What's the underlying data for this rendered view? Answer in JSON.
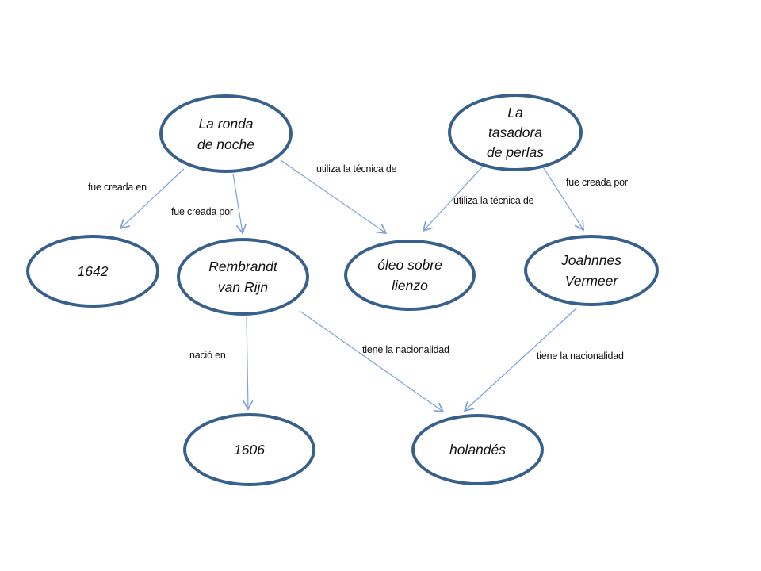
{
  "diagram": {
    "type": "concept-map",
    "language": "es",
    "colors": {
      "background": "#ffffff",
      "node_border": "#38608C",
      "node_fill": "#ffffff",
      "edge_line": "#7EA2D6",
      "node_text": "#111111",
      "edge_text": "#111111"
    },
    "nodes": [
      {
        "id": "la-ronda-de-noche",
        "label": "La ronda de noche",
        "lines": [
          "La ronda",
          "de noche"
        ]
      },
      {
        "id": "la-tasadora-de-perlas",
        "label": "La tasadora de perlas",
        "lines": [
          "La",
          "tasadora",
          "de perlas"
        ]
      },
      {
        "id": "1642",
        "label": "1642",
        "lines": [
          "1642"
        ]
      },
      {
        "id": "rembrandt-van-rijn",
        "label": "Rembrandt van Rijn",
        "lines": [
          "Rembrandt",
          "van Rijn"
        ]
      },
      {
        "id": "oleo-sobre-lienzo",
        "label": "óleo sobre lienzo",
        "lines": [
          "óleo sobre",
          "lienzo"
        ]
      },
      {
        "id": "joahnnes-vermeer",
        "label": "Joahnnes Vermeer",
        "lines": [
          "Joahnnes",
          "Vermeer"
        ]
      },
      {
        "id": "1606",
        "label": "1606",
        "lines": [
          "1606"
        ]
      },
      {
        "id": "holandes",
        "label": "holandés",
        "lines": [
          "holandés"
        ]
      }
    ],
    "edges": [
      {
        "from": "la-ronda-de-noche",
        "to": "1642",
        "label": "fue creada en"
      },
      {
        "from": "la-ronda-de-noche",
        "to": "rembrandt-van-rijn",
        "label": "fue creada por"
      },
      {
        "from": "la-ronda-de-noche",
        "to": "oleo-sobre-lienzo",
        "label": "utiliza la técnica de"
      },
      {
        "from": "la-tasadora-de-perlas",
        "to": "oleo-sobre-lienzo",
        "label": "utiliza la técnica de"
      },
      {
        "from": "la-tasadora-de-perlas",
        "to": "joahnnes-vermeer",
        "label": "fue creada por"
      },
      {
        "from": "rembrandt-van-rijn",
        "to": "1606",
        "label": "nació en"
      },
      {
        "from": "rembrandt-van-rijn",
        "to": "holandes",
        "label": "tiene la nacionalidad"
      },
      {
        "from": "joahnnes-vermeer",
        "to": "holandes",
        "label": "tiene la nacionalidad"
      }
    ]
  }
}
